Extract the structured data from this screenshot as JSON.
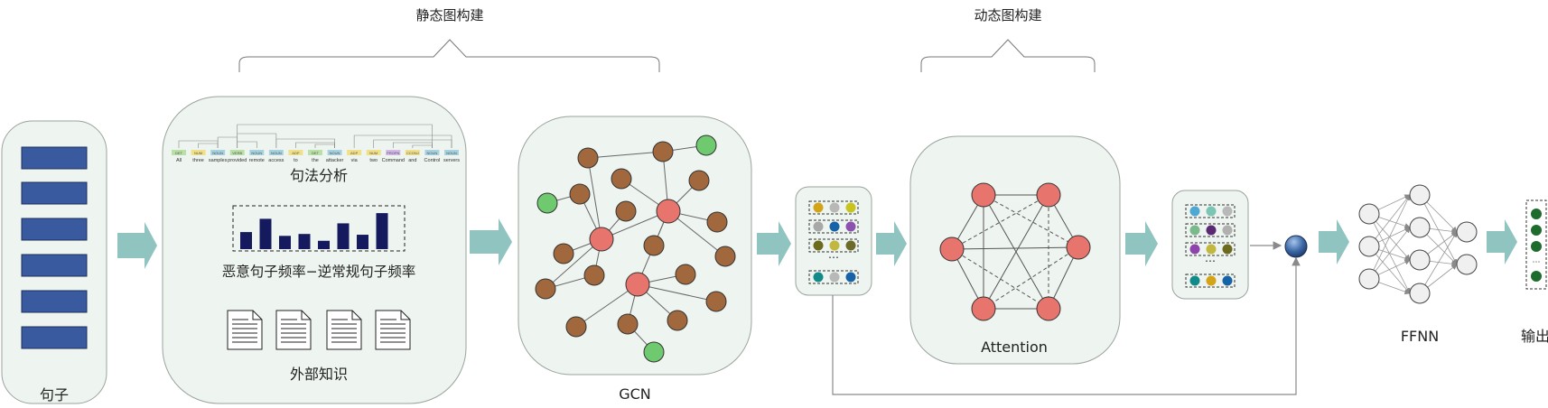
{
  "labels": {
    "static_brace": "静态图构建",
    "dynamic_brace": "动态图构建",
    "sentence": "句子",
    "syntax": "句法分析",
    "frequency": "恶意句子频率−逆常规句子频率",
    "knowledge": "外部知识",
    "gcn": "GCN",
    "attention": "Attention",
    "ffnn": "FFNN",
    "output": "输出"
  },
  "dependency_words": [
    "All",
    "three",
    "samples",
    "provided",
    "remote",
    "access",
    "to",
    "the",
    "attacker",
    "via",
    "two",
    "Command",
    "and",
    "Control",
    "servers"
  ],
  "dependency_tags": [
    "DET",
    "NUM",
    "NOUN",
    "VERB",
    "NOUN",
    "NOUN",
    "ADP",
    "DET",
    "NOUN",
    "ADP",
    "NUM",
    "PROPN",
    "CCONJ",
    "NOUN",
    "NOUN"
  ],
  "frequency_bars": [
    0.45,
    0.8,
    0.35,
    0.4,
    0.22,
    0.68,
    0.38,
    0.95
  ],
  "colors": {
    "panel_fill": "#eef4ef",
    "panel_stroke": "#9aa39c",
    "arrow": "#8fc4c0",
    "sentence_bar": "#3a5a9f",
    "freq_bar": "#15195e",
    "node_red": "#e8756d",
    "node_brown": "#a0683c",
    "node_green": "#6ec96f",
    "node_white": "#f0f0f0",
    "output_dot": "#1e6b2e"
  },
  "vec1_rows": [
    [
      "#d4a418",
      "#b8b8b8",
      "#c9c31e"
    ],
    [
      "#a8a8a8",
      "#1763a8",
      "#8c52b0"
    ],
    [
      "#6b6a1d",
      "#c2b840",
      "#6e6a2a"
    ],
    [
      "#138a8a",
      "#b8b8b8",
      "#1763a8"
    ]
  ],
  "vec2_rows": [
    [
      "#4fa8d1",
      "#7cc4b3",
      "#b8b8b8"
    ],
    [
      "#7ab98c",
      "#5a2b73",
      "#b0b0b0"
    ],
    [
      "#8e44ad",
      "#c2b840",
      "#6b6a1d"
    ],
    [
      "#138a8a",
      "#d4a418",
      "#1763a8"
    ]
  ],
  "vector_ellipsis": "⋯",
  "icon_names": [
    "document-icon",
    "merge-node-icon"
  ]
}
